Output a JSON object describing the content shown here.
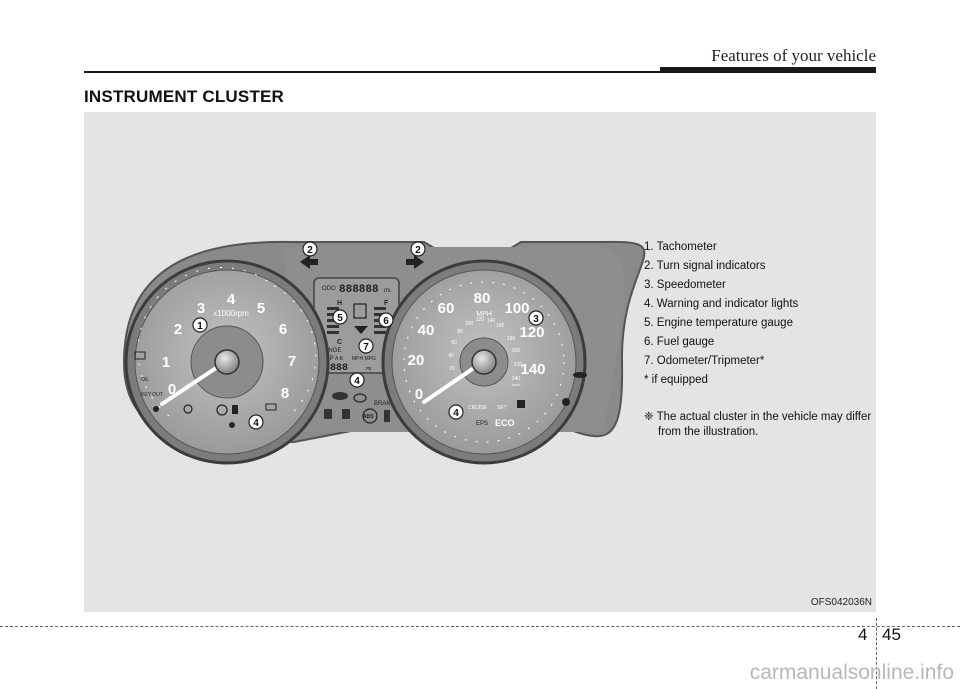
{
  "header": {
    "title": "Features of your vehicle"
  },
  "section": {
    "title": "INSTRUMENT CLUSTER"
  },
  "legend": {
    "items": [
      "1. Tachometer",
      "2. Turn signal indicators",
      "3. Speedometer",
      "4. Warning and indicator lights",
      "5. Engine temperature gauge",
      "6. Fuel gauge",
      "7. Odometer/Tripmeter*",
      "* if equipped"
    ],
    "note": "❈ The actual cluster in the vehicle may differ from the illustration."
  },
  "figure": {
    "code": "OFS042036N",
    "callouts": {
      "c1": "1",
      "c2": "2",
      "c3": "3",
      "c4": "4",
      "c5": "5",
      "c6": "6",
      "c7": "7"
    },
    "tachometer": {
      "numbers": [
        "0",
        "1",
        "2",
        "3",
        "4",
        "5",
        "6",
        "7",
        "8"
      ],
      "unit": "x1000rpm"
    },
    "speedometer": {
      "numbers": [
        "0",
        "20",
        "40",
        "60",
        "80",
        "100",
        "120",
        "140"
      ],
      "inner_numbers": [
        "20",
        "40",
        "60",
        "80",
        "100",
        "120",
        "140",
        "160",
        "180",
        "200",
        "220",
        "240"
      ],
      "unit": "MPH",
      "inner_unit": "km/h",
      "labels": {
        "cruise": "CRUISE",
        "set": "SET",
        "eps": "EPS",
        "eco": "ECO"
      }
    },
    "center_display": {
      "odo": "ODO",
      "odo_digits": "888888",
      "odo_unit": "mi.",
      "hot": "H",
      "cold": "C",
      "full": "F",
      "empty": "E",
      "range": "RANGE",
      "trip": "TRIP",
      "trip_ab": "A B",
      "mph_mpg": "MPH MPG",
      "trip_digits": "8888",
      "trip_unit": "mi.",
      "brake": "BRAKE",
      "abs": "ABS"
    },
    "warning_labels": {
      "oil": "OIL",
      "key_out": "KEY OUT"
    }
  },
  "footer": {
    "chapter": "4",
    "page": "45"
  },
  "watermark": {
    "text": "carmanualsonline.info"
  },
  "colors": {
    "panel": "#e4e4e4",
    "bezel": "#8a8a8a",
    "dial": "#a3a3a3",
    "text": "#111111"
  }
}
